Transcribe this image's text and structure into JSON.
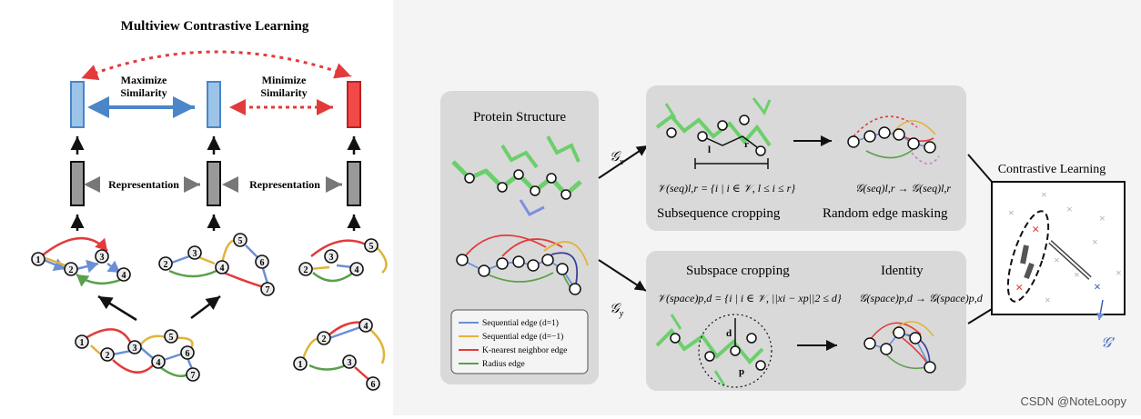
{
  "left": {
    "title": "Multiview Contrastive Learning",
    "maximize": [
      "Maximize",
      "Similarity"
    ],
    "minimize": [
      "Minimize",
      "Similarity"
    ],
    "representation": "Representation",
    "nodes": [
      "1",
      "2",
      "3",
      "4",
      "5",
      "6",
      "7"
    ]
  },
  "right": {
    "protein_title": "Protein Structure",
    "gx": "𝒢",
    "gx_sub": "x",
    "gy": "𝒢",
    "gy_sub": "y",
    "seq_formula": "𝒱(seq)l,r = {i | i ∈ 𝒱, l ≤ i ≤ r}",
    "seq_caption": "Subsequence cropping",
    "mask_formula": "𝒢(seq)l,r → 𝒢(seq)l,r",
    "mask_caption": "Random edge masking",
    "space_caption": "Subspace cropping",
    "identity_caption": "Identity",
    "space_formula": "𝒱(space)p,d = {i | i ∈ 𝒱, ||xi − xp||2 ≤ d}",
    "identity_formula": "𝒢(space)p,d → 𝒢(space)p,d",
    "marker_l": "l",
    "marker_r": "r",
    "marker_d": "d",
    "marker_p": "p",
    "contrastive_title": "Contrastive Learning",
    "gprime": "𝒢′",
    "legend": [
      {
        "label": "Sequential edge (d=1)",
        "color": "#6b8fd6"
      },
      {
        "label": "Sequential edge (d=−1)",
        "color": "#e0b43a"
      },
      {
        "label": "K-nearest neighbor edge",
        "color": "#e23b3b"
      },
      {
        "label": "Radius edge",
        "color": "#5aa04a"
      }
    ],
    "watermark": "CSDN @NoteLoopy"
  }
}
